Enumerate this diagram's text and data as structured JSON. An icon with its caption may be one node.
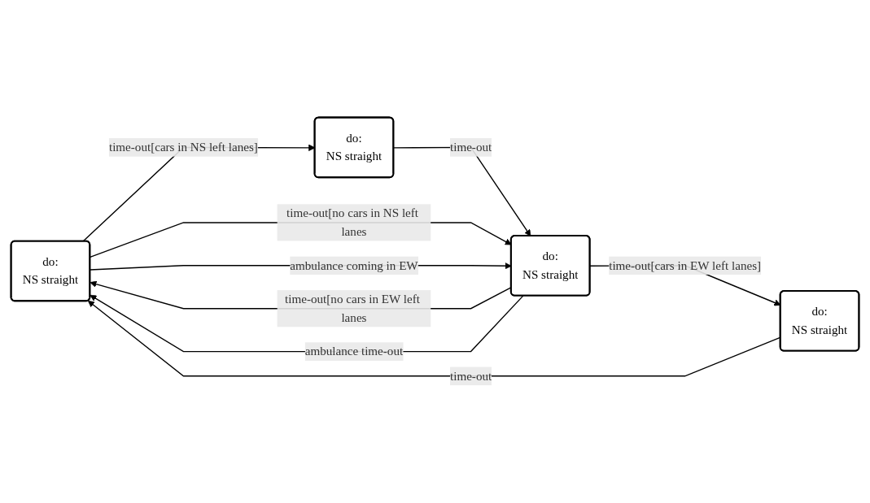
{
  "diagram": {
    "nodes": [
      {
        "text": [
          "do:",
          "NS straight"
        ]
      },
      {
        "text": [
          "do:",
          "NS straight"
        ]
      },
      {
        "text": [
          "do:",
          "NS straight"
        ]
      },
      {
        "text": [
          "do:",
          "NS straight"
        ]
      }
    ],
    "edges": [
      {
        "from": 0,
        "to": 1,
        "arrow": "to",
        "label": "time-out[cars in NS left lanes]"
      },
      {
        "from": 1,
        "to": 3,
        "arrow": "to",
        "label": "time-out"
      },
      {
        "from": 0,
        "to": 3,
        "arrow": "to",
        "label": "time-out[no cars in NS left lanes"
      },
      {
        "from": 3,
        "to": 0,
        "arrow": "to",
        "label": "time-out[no cars in EW left lanes"
      },
      {
        "from": 3,
        "to": 2,
        "arrow": "to",
        "label": "time-out[cars in EW left lanes]"
      },
      {
        "from": 2,
        "to": 0,
        "arrow": "to",
        "label": "time-out"
      },
      {
        "from": 0,
        "to": 3,
        "arrow": "to",
        "label": "ambulance coming in EW"
      },
      {
        "from": 3,
        "to": 0,
        "arrow": "to",
        "label": "ambulance time-out"
      }
    ]
  }
}
